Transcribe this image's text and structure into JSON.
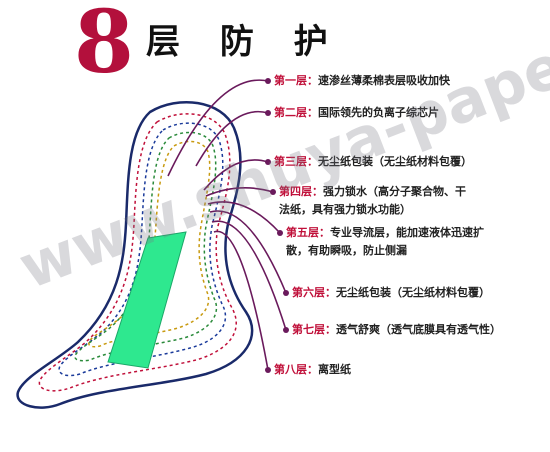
{
  "title": {
    "number": "8",
    "text": "层 防 护"
  },
  "watermark": "www.shuya-paper.com",
  "layers": [
    {
      "num": "第一层：",
      "desc": "速渗丝薄柔棉表层吸收加快"
    },
    {
      "num": "第二层：",
      "desc": "国际领先的负离子综芯片"
    },
    {
      "num": "第三层：",
      "desc": "无尘纸包装（无尘纸材料包覆）"
    },
    {
      "num": "第四层：",
      "desc": "强力锁水（高分子聚合物、干",
      "desc2": "法纸，具有强力锁水功能）"
    },
    {
      "num": "第五层：",
      "desc": "专业导流层，能加速液体迅速扩",
      "desc2": "散，有助瞬吸，防止侧漏"
    },
    {
      "num": "第六层：",
      "desc": "无尘纸包装（无尘纸材料包覆）"
    },
    {
      "num": "第七层：",
      "desc": "透气舒爽（透气底膜具有透气性）"
    },
    {
      "num": "第八层：",
      "desc": "离型纸"
    }
  ],
  "colors": {
    "accent": "#b3103c",
    "line": "#6a1a5c",
    "core": "#2ee88f",
    "outline": "#1a2a6a"
  }
}
